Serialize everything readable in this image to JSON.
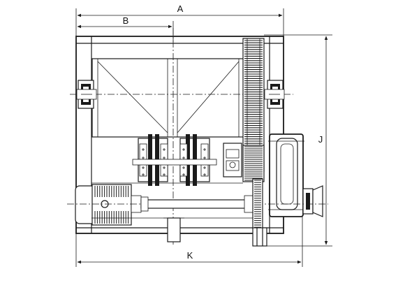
{
  "dimensions": {
    "A": "A",
    "B": "B",
    "J": "J",
    "K": "K"
  }
}
